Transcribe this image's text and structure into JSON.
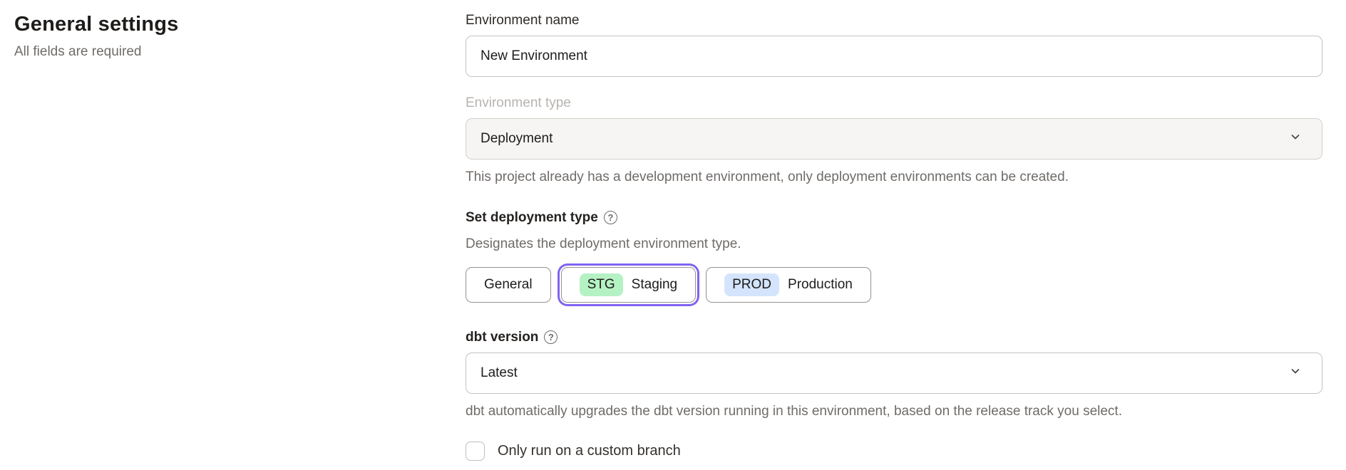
{
  "intro": {
    "title": "General settings",
    "subtitle": "All fields are required"
  },
  "form": {
    "environment_name": {
      "label": "Environment name",
      "value": "New Environment"
    },
    "environment_type": {
      "label": "Environment type",
      "value": "Deployment",
      "disabled": true,
      "helper": "This project already has a development environment, only deployment environments can be created."
    },
    "deployment_type": {
      "label": "Set deployment type",
      "help_icon": "question-mark-circle",
      "description": "Designates the deployment environment type.",
      "selected": "Staging",
      "options": [
        {
          "label": "General",
          "badge": ""
        },
        {
          "label": "Staging",
          "badge": "STG"
        },
        {
          "label": "Production",
          "badge": "PROD"
        }
      ]
    },
    "dbt_version": {
      "label": "dbt version",
      "help_icon": "question-mark-circle",
      "value": "Latest",
      "helper": "dbt automatically upgrades the dbt version running in this environment, based on the release track you select."
    },
    "custom_branch": {
      "label": "Only run on a custom branch",
      "checked": false
    }
  },
  "icons": {
    "help": "?",
    "chevron_down": "chevron-down"
  },
  "colors": {
    "accent_purple": "#8163f1",
    "badge_green": "#b5f2c3",
    "badge_blue": "#d4e4fc",
    "helper_gray": "#6f6b68",
    "disabled_label_gray": "#b7b3b0",
    "disabled_field_bg": "#f6f5f3"
  }
}
